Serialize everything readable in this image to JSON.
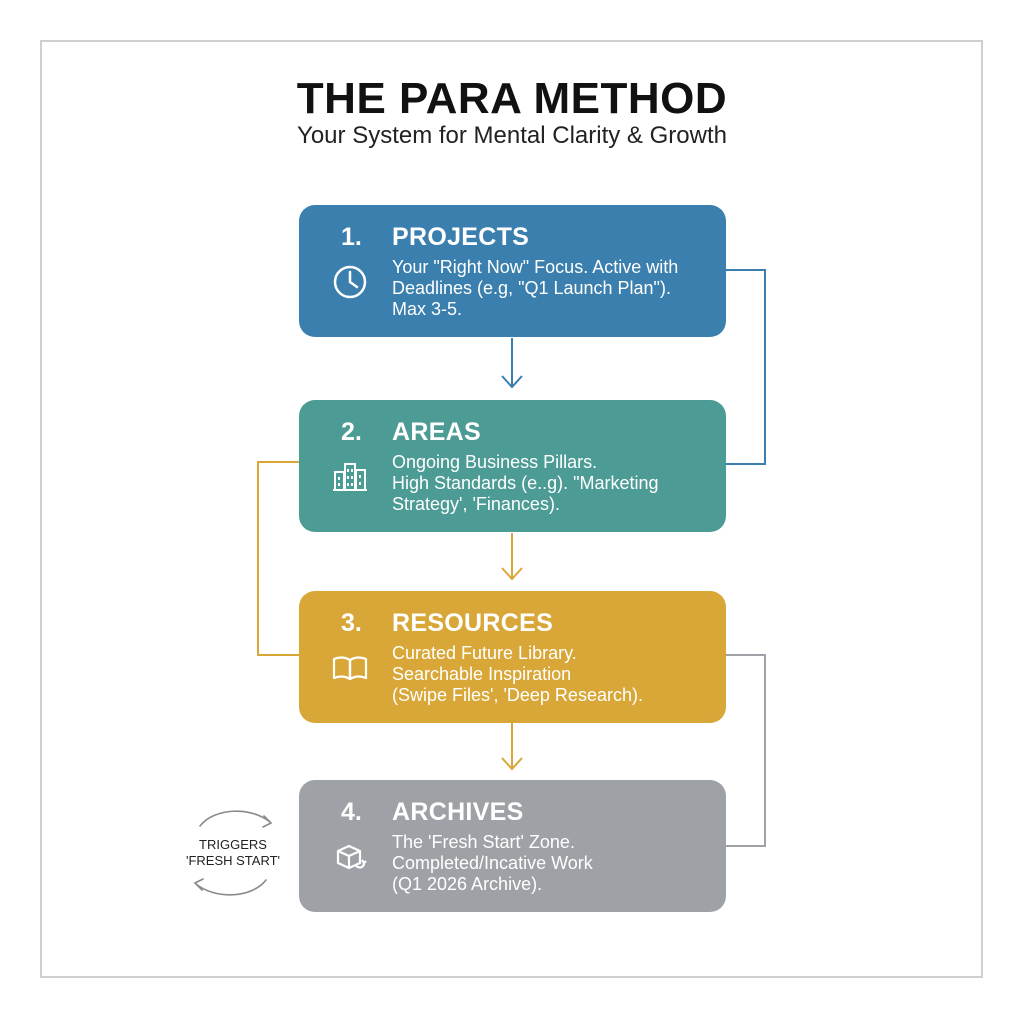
{
  "header": {
    "title": "THE PARA METHOD",
    "subtitle": "Your System for Mental Clarity & Growth"
  },
  "cards": [
    {
      "number": "1.",
      "title": "PROJECTS",
      "icon": "clock-icon",
      "color": "#3a7fad",
      "lines": [
        "Your \"Right Now\" Focus. Active with",
        "Deadlines (e.g, \"Q1 Launch Plan\").",
        "Max 3-5."
      ]
    },
    {
      "number": "2.",
      "title": "AREAS",
      "icon": "buildings-icon",
      "color": "#4d9b95",
      "lines": [
        "Ongoing Business Pillars.",
        "High Standards (e..g). \"Marketing",
        "Strategy', 'Finances)."
      ]
    },
    {
      "number": "3.",
      "title": "RESOURCES",
      "icon": "book-icon",
      "color": "#d8a737",
      "lines": [
        "Curated Future Library.",
        "Searchable Inspiration",
        " (Swipe Files', 'Deep Research)."
      ]
    },
    {
      "number": "4.",
      "title": "ARCHIVES",
      "icon": "box-icon",
      "color": "#9ea2a6",
      "lines": [
        "The 'Fresh Start' Zone.",
        "Completed/Incative Work",
        " (Q1 2026 Archive)."
      ]
    }
  ],
  "trigger": {
    "line1": "TRIGGERS",
    "line2": "'FRESH START'"
  }
}
